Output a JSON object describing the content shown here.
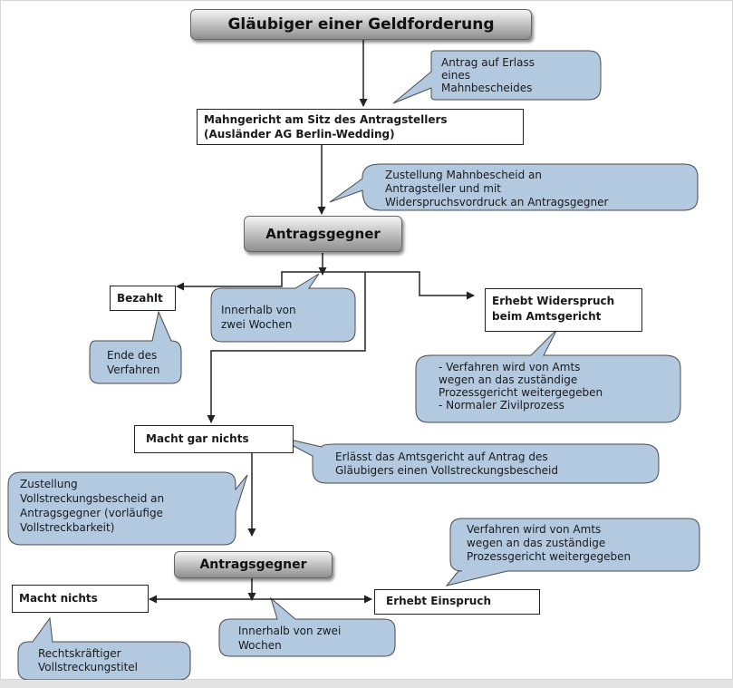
{
  "title": "Gläubiger einer Geldforderung",
  "boxes": {
    "mahngericht": "Mahngericht am Sitz des Antragstellers\n(Ausländer AG Berlin-Wedding)",
    "bezahlt": "Bezahlt",
    "widerspruch": "Erhebt Widerspruch\nbeim Amtsgericht",
    "macht_gar_nichts": "Macht gar nichts",
    "macht_nichts": "Macht nichts",
    "einspruch": "Erhebt Einspruch"
  },
  "pills": {
    "antragsgegner_1": "Antragsgegner",
    "antragsgegner_2": "Antragsgegner"
  },
  "callouts": {
    "antrag_erlass": "Antrag auf Erlass\neines\nMahnbescheides",
    "zustellung_mahnbescheid": "Zustellung Mahnbescheid  an\nAntragsteller und mit\nWiderspruchsvordruck an Antragsgegner",
    "innerhalb_1": "Innerhalb von\nzwei Wochen",
    "ende_verfahren": "Ende des\nVerfahren",
    "verfahren_zivilprozess": "- Verfahren wird von Amts\nwegen an das zuständige\nProzessgericht  weitergegeben\n- Normaler Zivilprozess",
    "erlaesst_amtsgericht": "Erlässt das Amtsgericht auf Antrag des\nGläubigers einen Vollstreckungsbescheid",
    "zustellung_vollstreckung": "Zustellung\nVollstreckungsbescheid an\nAntragsgegner (vorläufige\nVollstreckbarkeit)",
    "verfahren_prozessgericht": "Verfahren wird von Amts\nwegen an das zuständige\nProzessgericht  weitergegeben",
    "innerhalb_2": "Innerhalb von zwei\nWochen",
    "rechtskraeftig": "Rechtskräftiger\nVollstreckungstitel"
  },
  "colors": {
    "callout_fill": "#b3c9e0",
    "callout_stroke": "#4b4b4b",
    "line": "#222222"
  }
}
